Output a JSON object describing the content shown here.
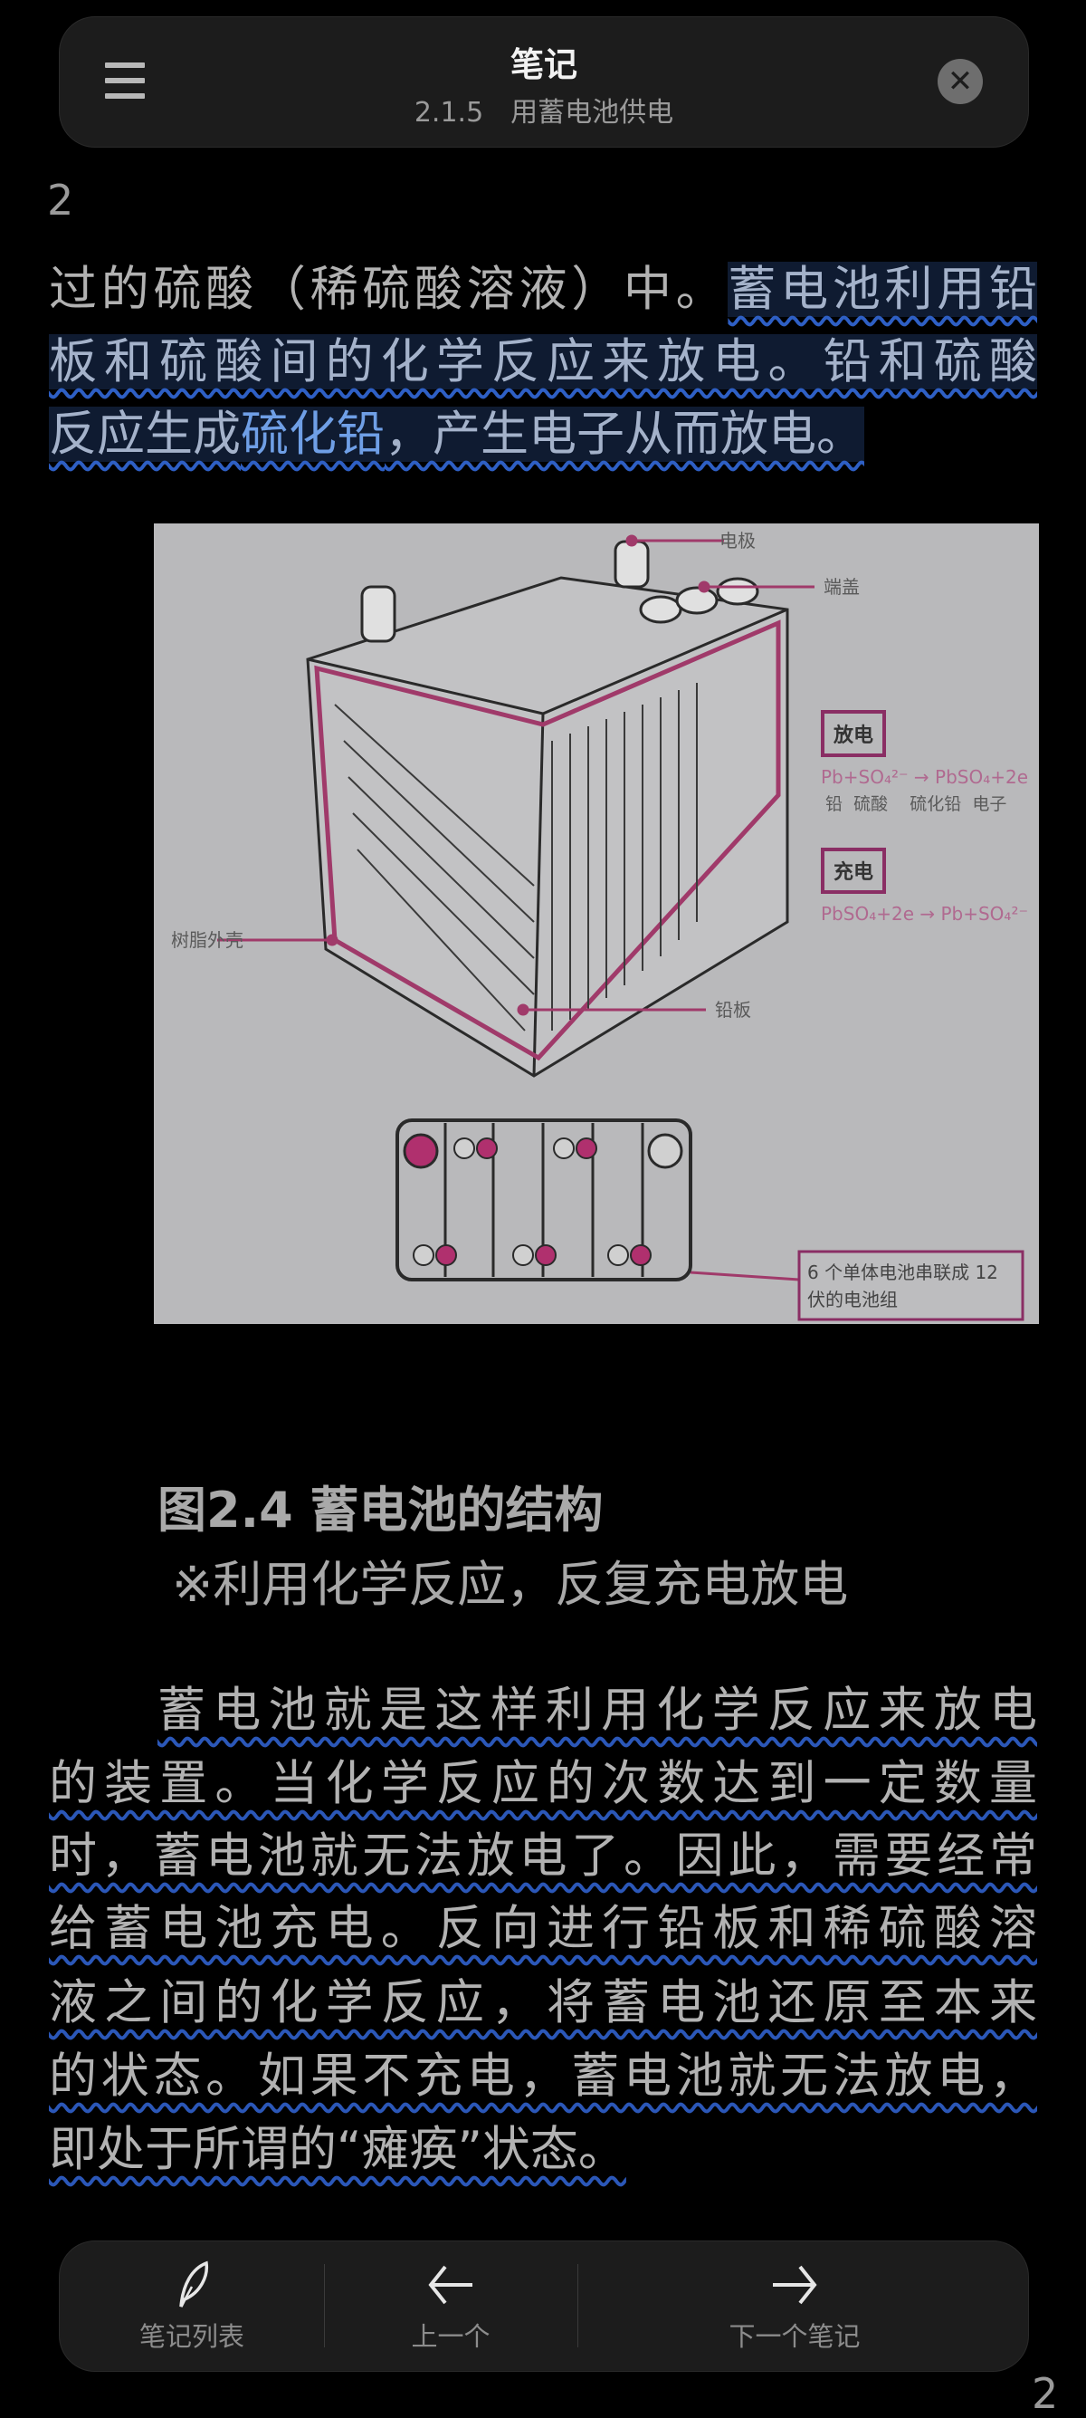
{
  "header": {
    "title": "笔记",
    "subtitle": "2.1.5　用蓄电池供电",
    "menu_icon": "hamburger-menu-icon",
    "close_icon": "close-circle-icon"
  },
  "page_numbers": {
    "top_left": "2",
    "bottom_right": "2"
  },
  "text": {
    "line1_plain": "过的硫酸（稀硫酸溶液）中。",
    "line1_highlight": "蓄电池利用铅",
    "line2_highlight": "板和硫酸间的化学反应来放电。铅和硫酸",
    "line3_a": "反应生成",
    "line3_term": "硫化铅",
    "line3_b": "，产生电子从而放电。"
  },
  "figure": {
    "labels": {
      "electrode": "电极",
      "end_cap": "端盖",
      "resin_case": "树脂外壳",
      "lead_plate": "铅板",
      "discharge_title": "放电",
      "discharge_formula": "Pb+SO₄²⁻ → PbSO₄+2e",
      "discharge_terms": "铅  硫酸    硫化铅  电子",
      "charge_title": "充电",
      "charge_formula": "PbSO₄+2e → Pb+SO₄²⁻",
      "series_note_1": "6 个单体电池串联成 12",
      "series_note_2": "伏的电池组"
    },
    "caption": "图2.4 蓄电池的结构",
    "subcaption": "※利用化学反应，反复充电放电"
  },
  "paragraph": [
    "蓄电池就是这样利用化学反应来放电",
    "的装置。当化学反应的次数达到一定数量",
    "时，蓄电池就无法放电了。因此，需要经常",
    "给蓄电池充电。反向进行铅板和稀硫酸溶",
    "液之间的化学反应，将蓄电池还原至本来",
    "的状态。如果不充电，蓄电池就无法放电，",
    "即处于所谓的“瘫痪”状态。"
  ],
  "bottom_nav": {
    "items": [
      {
        "label": "笔记列表",
        "icon": "quill-icon"
      },
      {
        "label": "上一个",
        "icon": "arrow-left-icon"
      },
      {
        "label": "下一个笔记",
        "icon": "arrow-right-icon"
      }
    ]
  },
  "colors": {
    "highlight_bg": "#0f1b31",
    "underline": "#2e5fc4",
    "term": "#6f9fe6",
    "accent_pink": "#b0306e"
  }
}
